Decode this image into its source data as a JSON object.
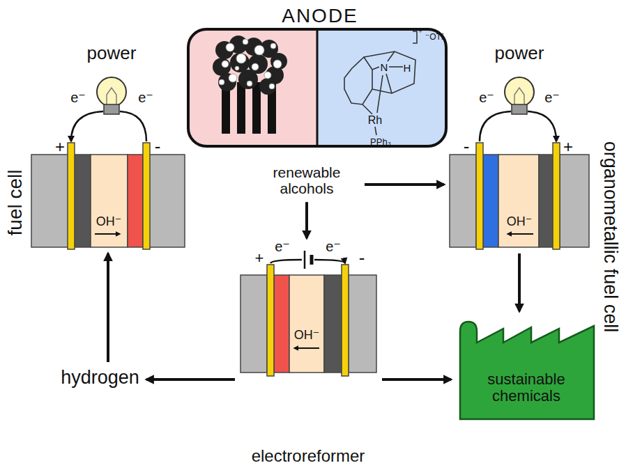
{
  "diagram": {
    "nodes": [
      {
        "text": [
          "ANODE"
        ]
      },
      {
        "text": [
          "fuel cell"
        ]
      },
      {
        "text": [
          "renewable alcohols"
        ]
      },
      {
        "text": [
          "organometallic fuel cell"
        ]
      },
      {
        "text": [
          "hydrogen"
        ]
      },
      {
        "text": [
          "electroreformer"
        ]
      },
      {
        "text": [
          "sustainable chemicals"
        ]
      }
    ],
    "edges": [
      {
        "from": 2,
        "to": 3,
        "arrow": "to"
      },
      {
        "from": 2,
        "to": 5,
        "arrow": "to"
      },
      {
        "from": 5,
        "to": 4,
        "arrow": "to"
      },
      {
        "from": 4,
        "to": 1,
        "arrow": "to"
      },
      {
        "from": 5,
        "to": 6,
        "arrow": "to"
      },
      {
        "from": 3,
        "to": 6,
        "arrow": "to"
      }
    ],
    "labels": [
      "power",
      "e⁻",
      "e⁻",
      "+",
      "-",
      "OH⁻",
      "N",
      "H",
      "Rh",
      "PPh₃",
      "⁺",
      "⁻OTf",
      "power",
      "e⁻",
      "e⁻",
      "-",
      "+",
      "OH⁻",
      "e⁻",
      "e⁻",
      "+",
      "-",
      "OH⁻"
    ]
  }
}
